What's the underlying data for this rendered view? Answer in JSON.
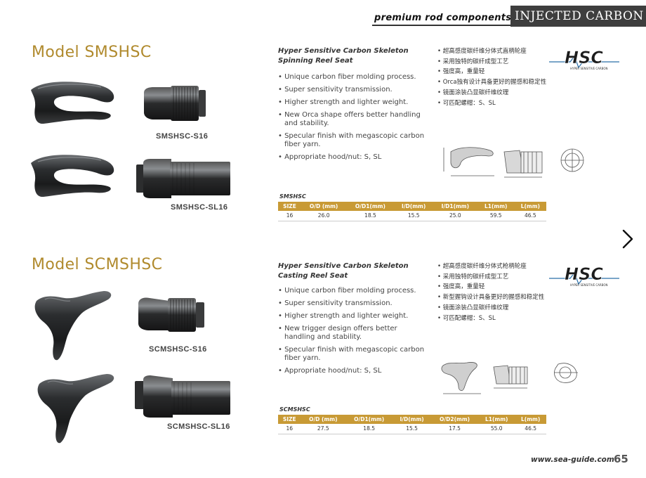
{
  "header": {
    "subtitle": "premium rod components",
    "category": "INJECTED CARBON"
  },
  "sections": [
    {
      "model_title": "Model SMSHSC",
      "products": [
        {
          "code": "SMSHSC-S16"
        },
        {
          "code": "SMSHSC-SL16"
        }
      ],
      "desc_title": "Hyper Sensitive Carbon Skeleton Spinning Reel Seat",
      "features": [
        "Unique carbon fiber molding process.",
        "Super sensitivity transmission.",
        "Higher strength and lighter weight.",
        "New Orca shape offers better handling and stability.",
        "Specular finish with megascopic carbon fiber yarn.",
        "Appropriate hood/nut: S, SL"
      ],
      "features_cn": [
        "超高感度碳纤维分体式直柄轮座",
        "采用独特的碳纤成型工艺",
        "强度高，重量轻",
        "Orca独有设计具备更好的握感和稳定性",
        "镜面涂装凸显碳纤维纹理",
        "可匹配螺帽：S、SL"
      ],
      "logo": {
        "text": "HSC",
        "sub": "HYPER SENSITIVE CARBON"
      },
      "table": {
        "caption": "SMSHSC",
        "headers": [
          "SIZE",
          "O/D (mm)",
          "O/D1(mm)",
          "I/D(mm)",
          "I/D1(mm)",
          "L1(mm)",
          "L(mm)"
        ],
        "rows": [
          [
            "16",
            "26.0",
            "18.5",
            "15.5",
            "25.0",
            "59.5",
            "46.5"
          ]
        ]
      }
    },
    {
      "model_title": "Model SCMSHSC",
      "products": [
        {
          "code": "SCMSHSC-S16"
        },
        {
          "code": "SCMSHSC-SL16"
        }
      ],
      "desc_title": "Hyper Sensitive Carbon Skeleton Casting Reel Seat",
      "features": [
        "Unique carbon fiber molding process.",
        "Super sensitivity transmission.",
        "Higher strength and lighter weight.",
        "New trigger design offers better handling and stability.",
        "Specular finish with megascopic carbon fiber yarn.",
        "Appropriate hood/nut: S, SL"
      ],
      "features_cn": [
        "超高感度碳纤维分体式枪柄轮座",
        "采用独特的碳纤成型工艺",
        "强度高，重量轻",
        "新型握钩设计具备更好的握感和稳定性",
        "镜面涂装凸显碳纤维纹理",
        "可匹配螺帽：S、SL"
      ],
      "logo": {
        "text": "HSC",
        "sub": "HYPER SENSITIVE CARBON"
      },
      "table": {
        "caption": "SCMSHSC",
        "headers": [
          "SIZE",
          "O/D (mm)",
          "O/D1(mm)",
          "I/D(mm)",
          "O/D2(mm)",
          "L1(mm)",
          "L(mm)"
        ],
        "rows": [
          [
            "16",
            "27.5",
            "18.5",
            "15.5",
            "17.5",
            "55.0",
            "46.5"
          ]
        ]
      }
    }
  ],
  "footer": {
    "url": "www.sea-guide.com",
    "page_number": "65"
  },
  "navigation": {
    "next_icon": "chevron-right-icon"
  },
  "colors": {
    "accent_gold": "#c89a35",
    "title_gold": "#b08a2d",
    "header_dark": "#3e3e3e"
  }
}
